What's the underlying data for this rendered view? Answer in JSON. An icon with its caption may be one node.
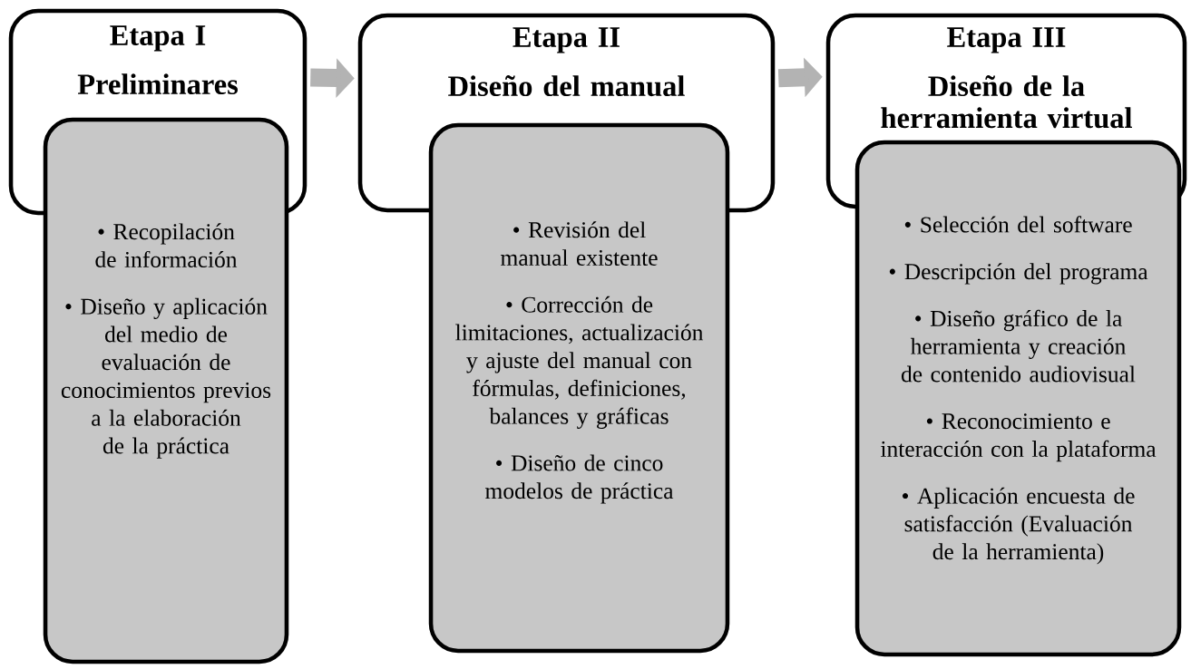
{
  "diagram": {
    "nodes": [
      {
        "text": [
          "Etapa I",
          "Preliminares"
        ]
      },
      {
        "text": [
          "• Recopilación de información",
          "• Diseño y aplicación del medio de evaluación de conocimientos previos a la elaboración de la práctica"
        ]
      },
      {
        "text": [
          "Etapa II",
          "Diseño del manual"
        ]
      },
      {
        "text": [
          "• Revisión del manual existente",
          "• Corrección de limitaciones, actualización y ajuste del manual con fórmulas, definiciones, balances y gráficas",
          "• Diseño de cinco modelos de práctica"
        ]
      },
      {
        "text": [
          "Etapa III",
          "Diseño de la herramienta virtual"
        ]
      },
      {
        "text": [
          "• Selección del software",
          "• Descripción del programa",
          "• Diseño gráfico de la herramienta y creación de contenido audiovisual",
          "• Reconocimiento e interacción con la plataforma",
          "• Aplicación encuesta de satisfacción (Evaluación de la herramienta)"
        ]
      }
    ],
    "edges": [
      {
        "from": 0,
        "to": 2,
        "arrow": "to",
        "color": "#b3b3b3"
      },
      {
        "from": 2,
        "to": 4,
        "arrow": "to",
        "color": "#b3b3b3"
      }
    ]
  }
}
